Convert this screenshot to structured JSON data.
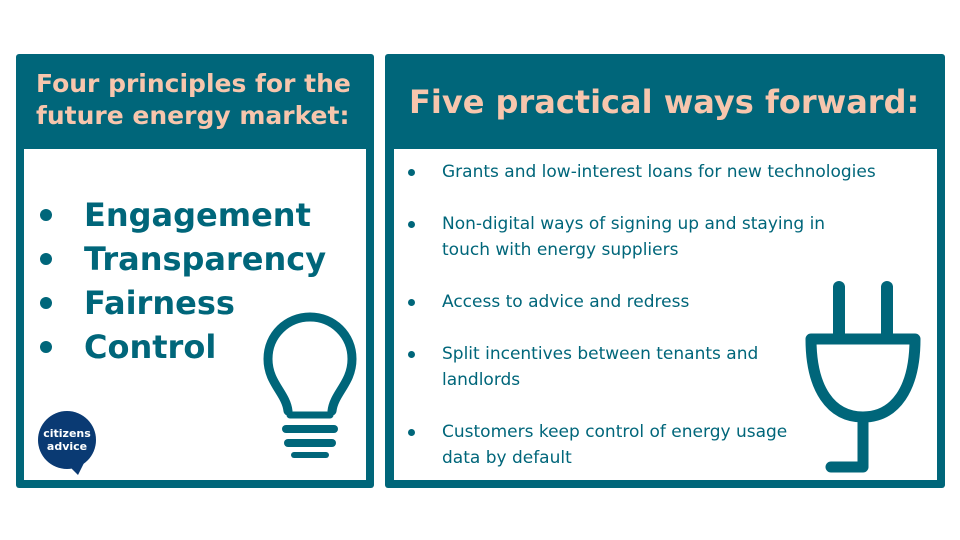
{
  "left_panel": {
    "title": "Four principles for the future energy market:",
    "principles": [
      "Engagement",
      "Transparency",
      "Fairness",
      "Control"
    ],
    "logo": {
      "line1": "citizens",
      "line2": "advice"
    }
  },
  "right_panel": {
    "title": "Five practical ways forward:",
    "ways": [
      "Grants and low-interest loans for new technologies",
      "Non-digital ways of signing up and staying in touch with energy suppliers",
      "Access to advice and redress",
      "Split incentives between tenants and landlords",
      "Customers keep control of energy usage data by default"
    ]
  },
  "colors": {
    "panel": "#00667a",
    "title_text": "#f7c6ad",
    "logo_bg": "#0a3a73"
  },
  "icons": [
    "light-bulb-icon",
    "electric-plug-icon",
    "citizens-advice-logo"
  ]
}
